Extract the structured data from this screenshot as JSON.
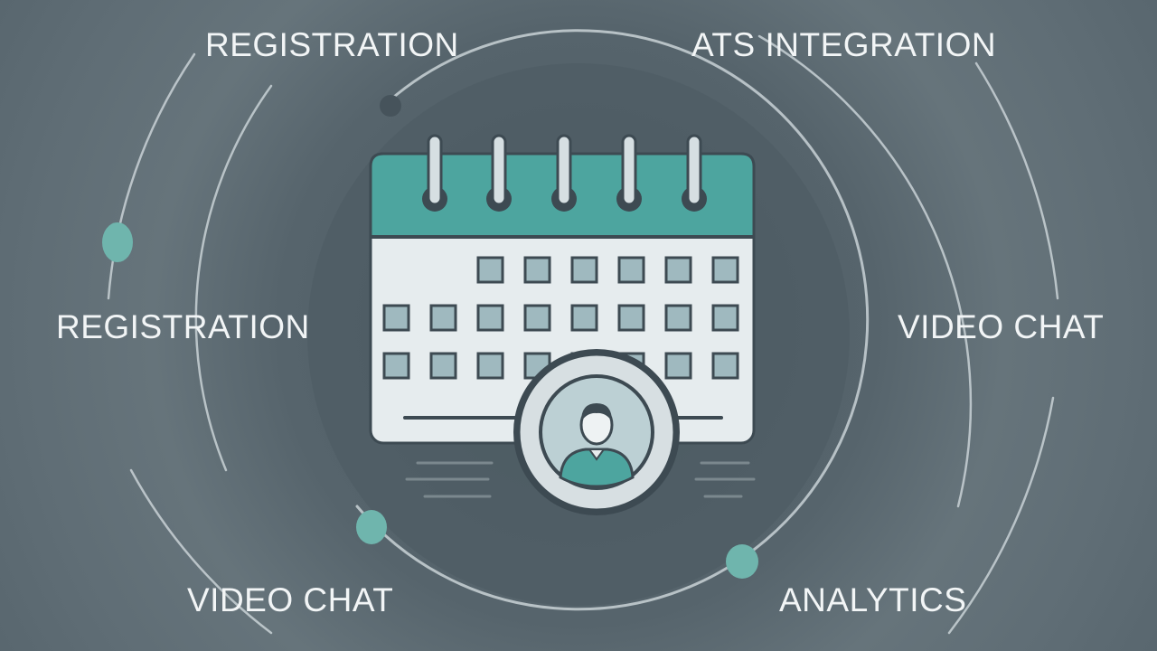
{
  "labels": {
    "top_left": "REGISTRATION",
    "top_right": "ATS INTEGRATION",
    "middle_left": "REGISTRATION",
    "middle_right": "VIDEO CHAT",
    "bottom_left": "VIDEO CHAT",
    "bottom_right": "ANALYTICS"
  },
  "colors": {
    "background": "#5b6a72",
    "accent_teal": "#4da59f",
    "calendar_body": "#e6ecee",
    "outline": "#3d4a52",
    "text": "#f2f5f6"
  },
  "icons": {
    "central": "calendar-icon",
    "badge": "user-avatar-icon"
  }
}
